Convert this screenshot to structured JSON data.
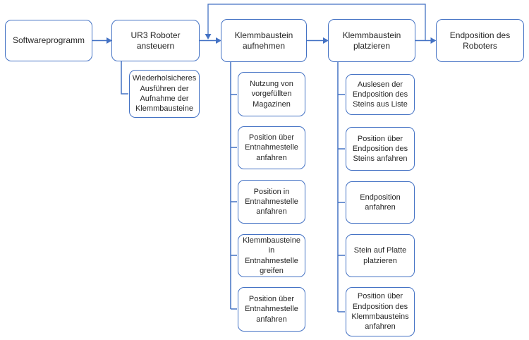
{
  "colors": {
    "accent_blue": "#4472C4",
    "box_fill": "#FFFFFF",
    "text": "#262626",
    "background": "#FFFFFF"
  },
  "diagram": {
    "type": "flowchart",
    "steps": [
      {
        "label": "Softwareprogramm",
        "children": []
      },
      {
        "label": "UR3 Roboter ansteuern",
        "children": [
          {
            "label": "Wiederholsicheres Ausführen der Aufnahme der Klemmbausteine"
          }
        ]
      },
      {
        "label": "Klemmbaustein aufnehmen",
        "children": [
          {
            "label": "Nutzung von vorgefüllten Magazinen"
          },
          {
            "label": "Position über Entnahmestelle anfahren"
          },
          {
            "label": "Position in Entnahmestelle anfahren"
          },
          {
            "label": "Klemmbausteine in Entnahmestelle greifen"
          },
          {
            "label": "Position über Entnahmestelle anfahren"
          }
        ]
      },
      {
        "label": "Klemmbaustein platzieren",
        "children": [
          {
            "label": "Auslesen der Endposition des Steins aus Liste"
          },
          {
            "label": "Position über Endposition des Steins anfahren"
          },
          {
            "label": "Endposition anfahren"
          },
          {
            "label": "Stein auf Platte platzieren"
          },
          {
            "label": "Position über Endposition des Klemmbausteins anfahren"
          }
        ]
      },
      {
        "label": "Endposition des Roboters",
        "children": []
      }
    ],
    "loop_arrow": {
      "from": "Klemmbaustein platzieren",
      "to": "Klemmbaustein aufnehmen"
    }
  }
}
